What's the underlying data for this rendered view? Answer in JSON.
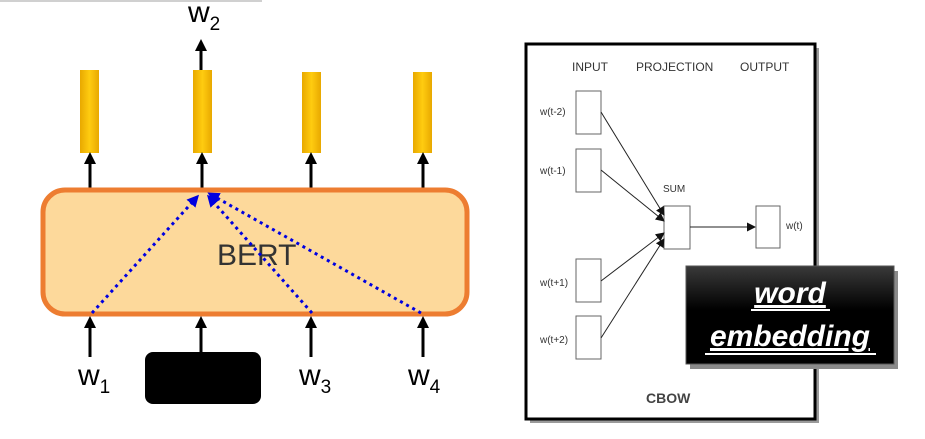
{
  "bert": {
    "label": "BERT",
    "inputs": [
      {
        "w": "w",
        "sub": "1"
      },
      {
        "w": "w",
        "sub": "3"
      },
      {
        "w": "w",
        "sub": "4"
      }
    ],
    "output": {
      "w": "w",
      "sub": "2"
    }
  },
  "cbow": {
    "headers": {
      "input": "INPUT",
      "projection": "PROJECTION",
      "output": "OUTPUT"
    },
    "inputs": [
      "w(t-2)",
      "w(t-1)",
      "w(t+1)",
      "w(t+2)"
    ],
    "sum_label": "SUM",
    "output_label": "w(t)",
    "title": "CBOW"
  },
  "badge": {
    "line1": "word",
    "line2": "embedding"
  },
  "colors": {
    "bert_fill": "#FDD99B",
    "bert_border": "#ED7D31",
    "vector_fill": "#FFC000",
    "attention": "#0000E0",
    "badge_bg": "#000000"
  }
}
